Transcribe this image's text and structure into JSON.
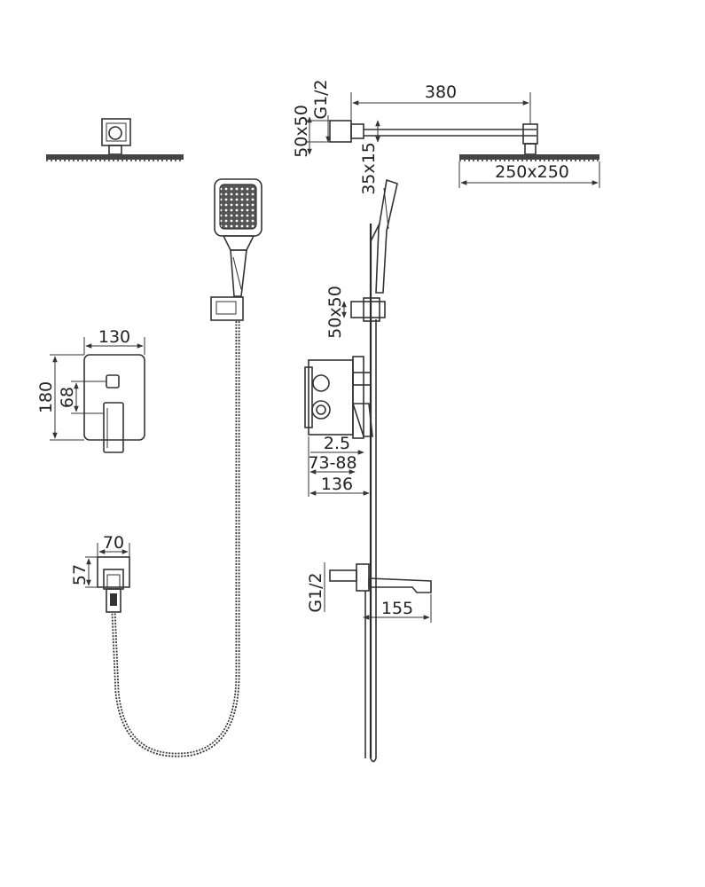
{
  "dimensions": {
    "arm_length": "380",
    "wall_flange": "50x50",
    "arm_thread": "G1/2",
    "arm_drop": "35x15",
    "head_size": "250x250",
    "bracket_size": "50x50",
    "plate_width": "130",
    "plate_height": "180",
    "plate_offset": "68",
    "valve_depth_min": "2.5",
    "valve_depth_range": "73-88",
    "valve_total_depth": "136",
    "outlet_width": "70",
    "outlet_height": "57",
    "spout_thread": "G1/2",
    "spout_length": "155"
  },
  "colors": {
    "line": "#333333",
    "background": "#ffffff"
  }
}
